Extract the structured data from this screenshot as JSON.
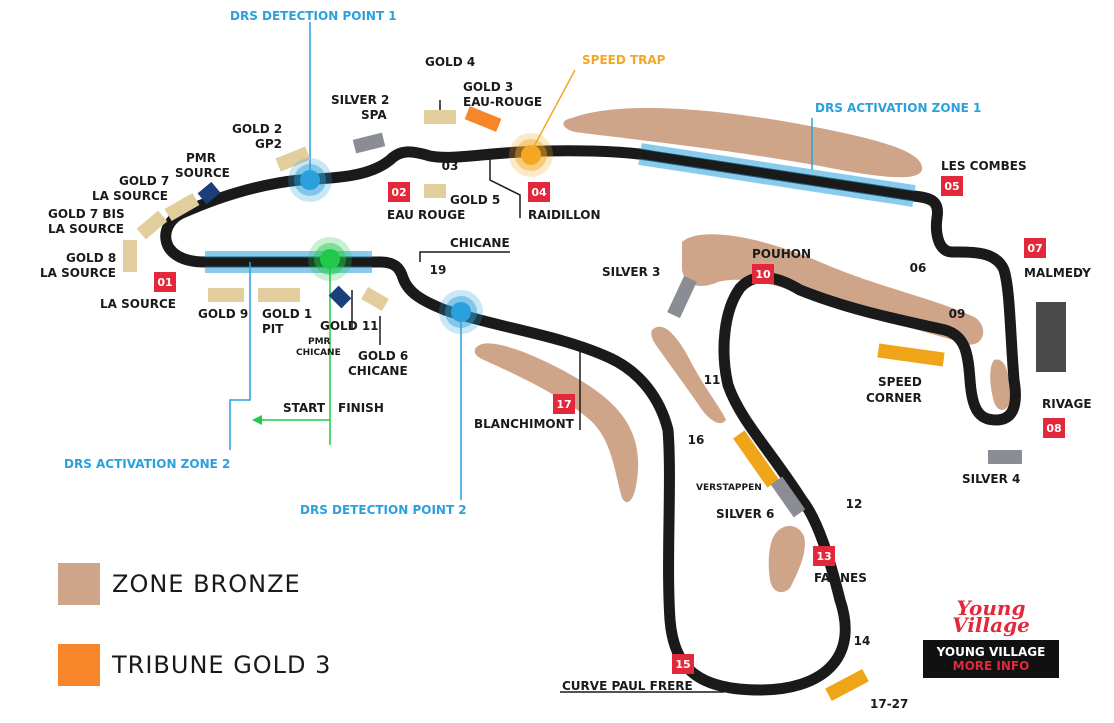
{
  "colors": {
    "bronze": "#cfa589",
    "gold": "#e2cd9c",
    "gold3": "#f7862b",
    "silver": "#8a8d94",
    "drs_blue": "#2aa0dc",
    "green": "#21c94a",
    "orange_trap": "#f5a623",
    "corner_red": "#e2283a",
    "track": "#1a1a1a"
  },
  "labels": {
    "drs_detection_1": "DRS DETECTION POINT 1",
    "drs_detection_2": "DRS DETECTION POINT 2",
    "drs_activation_1": "DRS ACTIVATION ZONE 1",
    "drs_activation_2": "DRS ACTIVATION ZONE 2",
    "speed_trap": "SPEED TRAP",
    "gold4": "GOLD 4",
    "gold3_a": "GOLD 3",
    "gold3_b": "EAU-ROUGE",
    "silver2_a": "SILVER 2",
    "silver2_b": "SPA",
    "gold2_a": "GOLD 2",
    "gold2_b": "GP2",
    "pmr_source_a": "PMR",
    "pmr_source_b": "SOURCE",
    "gold7_a": "GOLD 7",
    "gold7_b": "LA SOURCE",
    "gold7bis_a": "GOLD 7 BIS",
    "gold7bis_b": "LA SOURCE",
    "gold8_a": "GOLD 8",
    "gold8_b": "LA SOURCE",
    "la_source": "LA SOURCE",
    "gold9": "GOLD 9",
    "gold1_a": "GOLD 1",
    "gold1_b": "PIT",
    "gold11": "GOLD 11",
    "pmr_chicane_a": "PMR",
    "pmr_chicane_b": "CHICANE",
    "gold6_a": "GOLD 6",
    "gold6_b": "CHICANE",
    "start": "START",
    "finish": "FINISH",
    "eau_rouge": "EAU ROUGE",
    "gold5": "GOLD 5",
    "raidillon": "RAIDILLON",
    "les_combes": "LES COMBES",
    "chicane": "CHICANE",
    "silver3": "SILVER 3",
    "pouhon": "POUHON",
    "malmedy": "MALMEDY",
    "speed_corner_a": "SPEED",
    "speed_corner_b": "CORNER",
    "rivage": "RIVAGE",
    "silver4": "SILVER 4",
    "blanchimont": "BLANCHIMONT",
    "verstappen": "VERSTAPPEN",
    "silver6": "SILVER 6",
    "fagnes": "FAGNES",
    "curve_paul_frere": "CURVE PAUL FRERE",
    "t17_27": "17-27"
  },
  "turns": {
    "t01": "01",
    "t02": "02",
    "t03": "03",
    "t04": "04",
    "t05": "05",
    "t06": "06",
    "t07": "07",
    "t08": "08",
    "t09": "09",
    "t10": "10",
    "t11": "11",
    "t12": "12",
    "t13": "13",
    "t14": "14",
    "t15": "15",
    "t16": "16",
    "t17": "17",
    "t19": "19"
  },
  "legend": {
    "bronze_label": "ZONE BRONZE",
    "gold3_label": "TRIBUNE GOLD 3"
  },
  "young_village": {
    "logo_line1": "Young",
    "logo_line2": "Village",
    "button_title": "YOUNG VILLAGE",
    "button_sub": "MORE INFO"
  }
}
